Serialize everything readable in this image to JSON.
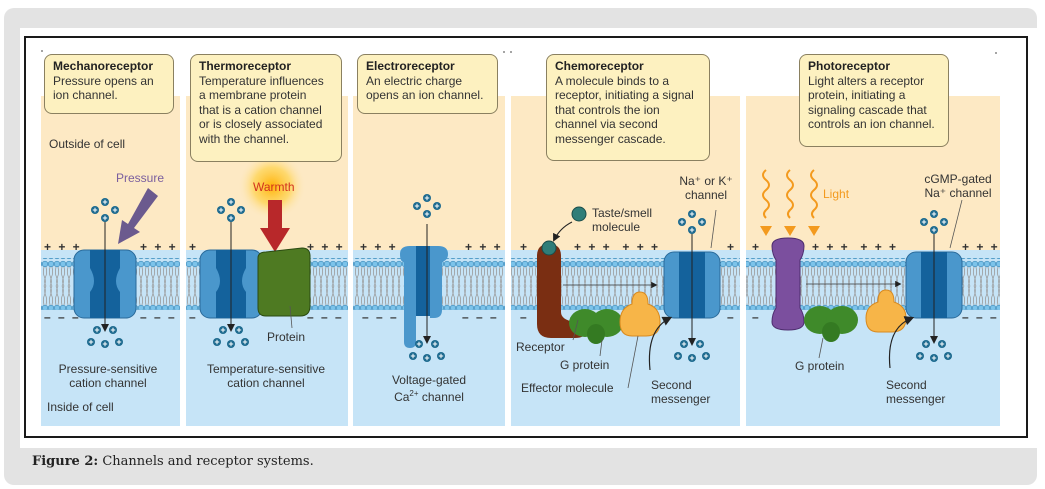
{
  "figure": {
    "caption_label": "Figure 2:",
    "caption_text": " Channels and receptor systems."
  },
  "panels": [
    {
      "id": "mechanoreceptor",
      "title": "Mechanoreceptor",
      "description": [
        "Pressure opens an",
        "ion channel."
      ],
      "stimulus_label": "Pressure",
      "outside_label": "Outside of cell",
      "inside_label": "Inside of cell",
      "channel_label": [
        "Pressure-sensitive",
        "cation channel"
      ],
      "charges_top": [
        "+ + +",
        "+ + +"
      ],
      "charges_bottom": [
        "– – –",
        "– – –"
      ]
    },
    {
      "id": "thermoreceptor",
      "title": "Thermoreceptor",
      "description": [
        "Temperature influences",
        "a membrane protein",
        "that is a cation channel",
        "or is closely associated",
        "with the channel."
      ],
      "stimulus_label": "Warmth",
      "protein_label": "Protein",
      "channel_label": [
        "Temperature-sensitive",
        "cation channel"
      ],
      "charges_top": [
        "+",
        "+ + +"
      ],
      "charges_bottom": [
        "–",
        "– – –"
      ]
    },
    {
      "id": "electroreceptor",
      "title": "Electroreceptor",
      "description": [
        "An electric charge",
        "opens an ion channel."
      ],
      "channel_label_line1": "Voltage-gated",
      "channel_label_line2_pre": "Ca",
      "channel_label_line2_sup": "2+",
      "channel_label_line2_post": " channel",
      "charges_top": [
        "+ + +",
        "+ + +"
      ],
      "charges_bottom": [
        "– – –",
        "– – –"
      ]
    },
    {
      "id": "chemoreceptor",
      "title": "Chemoreceptor",
      "description": [
        "A molecule binds to a",
        "receptor, initiating a signal",
        "that controls the ion",
        "channel via second",
        "messenger cascade."
      ],
      "molecule_label": [
        "Taste/smell",
        "molecule"
      ],
      "channel_label": [
        "Na⁺ or K⁺",
        "channel"
      ],
      "receptor_label": "Receptor",
      "g_protein_label": "G protein",
      "effector_label": "Effector molecule",
      "second_messenger_label": [
        "Second",
        "messenger"
      ],
      "charges_top": [
        "+",
        "+ + +  + + +",
        "+"
      ],
      "charges_bottom": [
        "–",
        "–"
      ]
    },
    {
      "id": "photoreceptor",
      "title": "Photoreceptor",
      "description": [
        "Light alters a receptor",
        "protein, initiating a",
        "signaling cascade that",
        "controls an ion channel."
      ],
      "stimulus_label": "Light",
      "channel_label": [
        "cGMP-gated",
        "Na⁺ channel"
      ],
      "g_protein_label": "G protein",
      "second_messenger_label": [
        "Second",
        "messenger"
      ],
      "charges_top": [
        "+",
        "+ + +  + + +",
        "+ + +"
      ],
      "charges_bottom": [
        "–",
        "– – –"
      ]
    }
  ],
  "colors": {
    "outside_cell": "#fde9c4",
    "inside_cell": "#c6e4f7",
    "callout_fill": "#fdf1c0",
    "channel_light": "#4a97cc",
    "channel_dark": "#14629c",
    "pressure_arrow": "#6b5a8e",
    "warmth_arrow": "#b8282a",
    "warmth_glow": "#ffc400",
    "protein_green": "#4e7a22",
    "receptor_brown": "#7a2e12",
    "g_protein": "#3f8a2a",
    "effector": "#f7b548",
    "photoreceptor_purple": "#7b4f9e",
    "light_wave": "#f39a1e",
    "ion": "#1d6a8f"
  }
}
